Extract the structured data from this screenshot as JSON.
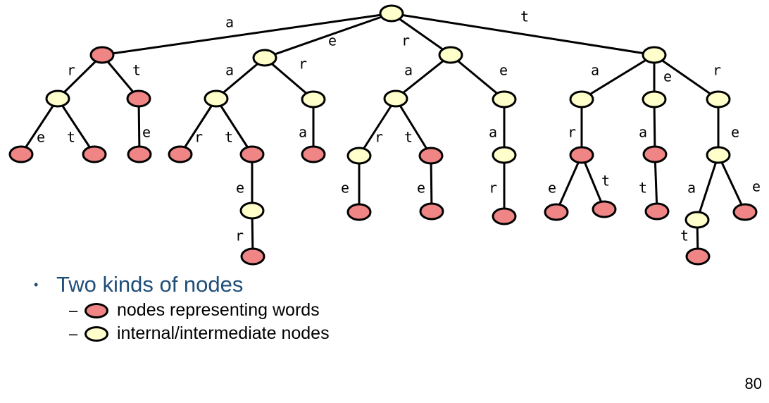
{
  "colors": {
    "word": "#ef8585",
    "internal": "#ffffcc"
  },
  "tree": {
    "nodes": [
      {
        "id": "root",
        "kind": "internal"
      },
      {
        "id": "a",
        "kind": "word"
      },
      {
        "id": "ar",
        "kind": "internal"
      },
      {
        "id": "are",
        "kind": "word"
      },
      {
        "id": "art",
        "kind": "word"
      },
      {
        "id": "at",
        "kind": "word"
      },
      {
        "id": "ate",
        "kind": "word"
      },
      {
        "id": "e",
        "kind": "internal"
      },
      {
        "id": "ea",
        "kind": "internal"
      },
      {
        "id": "ear",
        "kind": "word"
      },
      {
        "id": "eat",
        "kind": "word"
      },
      {
        "id": "eate",
        "kind": "internal"
      },
      {
        "id": "eater",
        "kind": "word"
      },
      {
        "id": "er",
        "kind": "internal"
      },
      {
        "id": "era",
        "kind": "word"
      },
      {
        "id": "r",
        "kind": "internal"
      },
      {
        "id": "ra",
        "kind": "internal"
      },
      {
        "id": "rar",
        "kind": "internal"
      },
      {
        "id": "rare",
        "kind": "word"
      },
      {
        "id": "rat",
        "kind": "word"
      },
      {
        "id": "rate",
        "kind": "word"
      },
      {
        "id": "re",
        "kind": "internal"
      },
      {
        "id": "rea",
        "kind": "internal"
      },
      {
        "id": "rear",
        "kind": "word"
      },
      {
        "id": "t",
        "kind": "internal"
      },
      {
        "id": "ta",
        "kind": "internal"
      },
      {
        "id": "tar",
        "kind": "word"
      },
      {
        "id": "tare",
        "kind": "word"
      },
      {
        "id": "tart",
        "kind": "word"
      },
      {
        "id": "te",
        "kind": "internal"
      },
      {
        "id": "tea",
        "kind": "word"
      },
      {
        "id": "teat",
        "kind": "word"
      },
      {
        "id": "tr",
        "kind": "internal"
      },
      {
        "id": "tre",
        "kind": "internal"
      },
      {
        "id": "trea",
        "kind": "internal"
      },
      {
        "id": "treat",
        "kind": "word"
      },
      {
        "id": "tree",
        "kind": "word"
      }
    ],
    "edges": [
      {
        "from": "root",
        "to": "a",
        "label": "a"
      },
      {
        "from": "root",
        "to": "e",
        "label": "e"
      },
      {
        "from": "root",
        "to": "r",
        "label": "r"
      },
      {
        "from": "root",
        "to": "t",
        "label": "t"
      },
      {
        "from": "a",
        "to": "ar",
        "label": "r"
      },
      {
        "from": "a",
        "to": "at",
        "label": "t"
      },
      {
        "from": "ar",
        "to": "are",
        "label": "e"
      },
      {
        "from": "ar",
        "to": "art",
        "label": "t"
      },
      {
        "from": "at",
        "to": "ate",
        "label": "e"
      },
      {
        "from": "e",
        "to": "ea",
        "label": "a"
      },
      {
        "from": "e",
        "to": "er",
        "label": "r"
      },
      {
        "from": "ea",
        "to": "ear",
        "label": "r"
      },
      {
        "from": "ea",
        "to": "eat",
        "label": "t"
      },
      {
        "from": "eat",
        "to": "eate",
        "label": "e"
      },
      {
        "from": "eate",
        "to": "eater",
        "label": "r"
      },
      {
        "from": "er",
        "to": "era",
        "label": "a"
      },
      {
        "from": "r",
        "to": "ra",
        "label": "a"
      },
      {
        "from": "r",
        "to": "re",
        "label": "e"
      },
      {
        "from": "ra",
        "to": "rar",
        "label": "r"
      },
      {
        "from": "ra",
        "to": "rat",
        "label": "t"
      },
      {
        "from": "rar",
        "to": "rare",
        "label": "e"
      },
      {
        "from": "rat",
        "to": "rate",
        "label": "e"
      },
      {
        "from": "re",
        "to": "rea",
        "label": "a"
      },
      {
        "from": "rea",
        "to": "rear",
        "label": "r"
      },
      {
        "from": "t",
        "to": "ta",
        "label": "a"
      },
      {
        "from": "t",
        "to": "te",
        "label": "e"
      },
      {
        "from": "t",
        "to": "tr",
        "label": "r"
      },
      {
        "from": "ta",
        "to": "tar",
        "label": "r"
      },
      {
        "from": "tar",
        "to": "tare",
        "label": "e"
      },
      {
        "from": "tar",
        "to": "tart",
        "label": "t"
      },
      {
        "from": "te",
        "to": "tea",
        "label": "a"
      },
      {
        "from": "tea",
        "to": "teat",
        "label": "t"
      },
      {
        "from": "tr",
        "to": "tre",
        "label": "e"
      },
      {
        "from": "tre",
        "to": "trea",
        "label": "a"
      },
      {
        "from": "tre",
        "to": "tree",
        "label": "e"
      },
      {
        "from": "trea",
        "to": "treat",
        "label": "t"
      }
    ]
  },
  "legend": {
    "heading": "Two kinds of nodes",
    "items": [
      {
        "kind": "word",
        "text": "nodes representing words"
      },
      {
        "kind": "internal",
        "text": "internal/intermediate nodes"
      }
    ]
  },
  "page_number": "80"
}
